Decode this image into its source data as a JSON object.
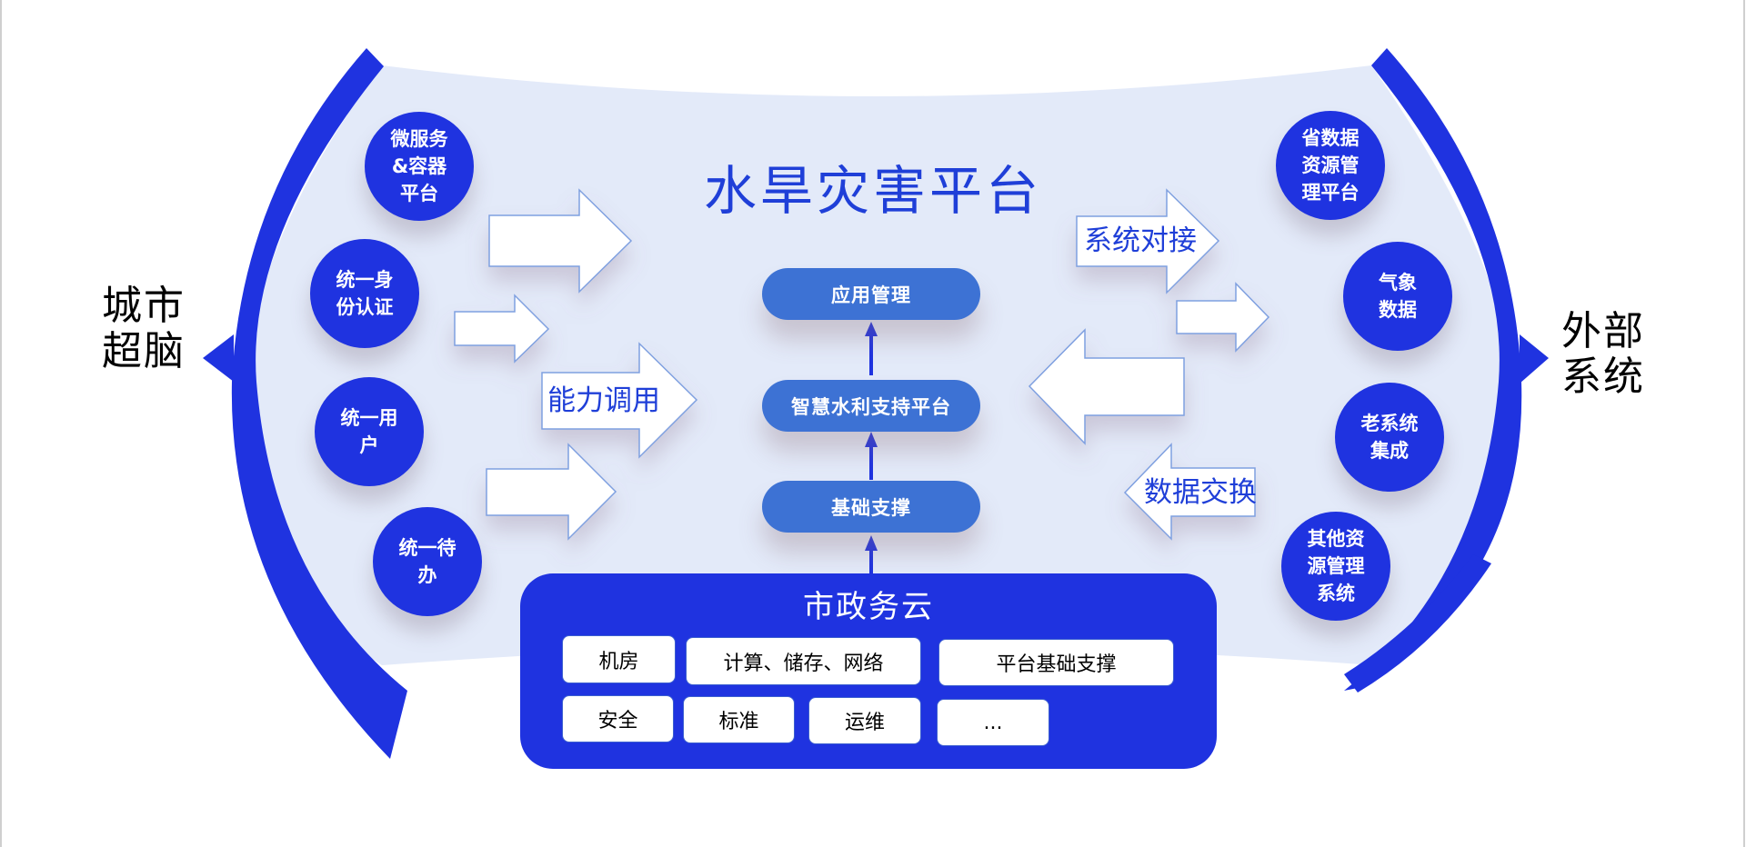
{
  "diagram": {
    "title": "水旱灾害平台",
    "left_label": "城市\n超脑",
    "right_label": "外部\n系统",
    "left_nodes": [
      {
        "label": "微服务\n&容器\n平台"
      },
      {
        "label": "统一身\n份认证"
      },
      {
        "label": "统一用\n户"
      },
      {
        "label": "统一待\n办"
      }
    ],
    "right_nodes": [
      {
        "label": "省数据\n资源管\n理平台"
      },
      {
        "label": "气象\n数据"
      },
      {
        "label": "老系统\n集成"
      },
      {
        "label": "其他资\n源管理\n系统"
      }
    ],
    "arrow_labels": {
      "capability_call": "能力调用",
      "system_docking": "系统对接",
      "data_exchange": "数据交换"
    },
    "stack": [
      {
        "label": "应用管理"
      },
      {
        "label": "智慧水利支持平台"
      },
      {
        "label": "基础支撑"
      }
    ],
    "cloud": {
      "title": "市政务云",
      "row1": [
        "机房",
        "计算、储存、网络",
        "平台基础支撑"
      ],
      "row2": [
        "安全",
        "标准",
        "运维",
        "..."
      ]
    },
    "colors": {
      "primary_blue": "#1f33e0",
      "pill_blue": "#3d72d4",
      "title_blue": "#1f3fd8",
      "panel_bg": "#e3eaf9",
      "arrow_border": "#7fa0e0"
    }
  }
}
